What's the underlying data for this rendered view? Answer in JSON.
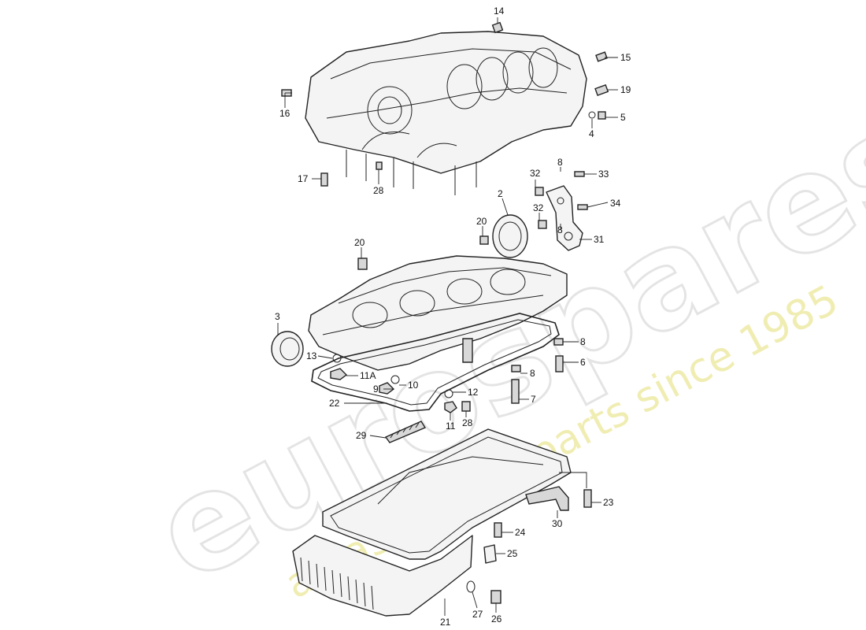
{
  "watermark": {
    "brand": "eurospares",
    "tagline": "a passion for parts since 1985",
    "brand_color": "#cfcfcf",
    "tagline_color": "#ece79a"
  },
  "callouts": {
    "c14": "14",
    "c15": "15",
    "c16": "16",
    "c19": "19",
    "c4": "4",
    "c5": "5",
    "c17": "17",
    "c28a": "28",
    "c8a": "8",
    "c33": "33",
    "c32a": "32",
    "c2": "2",
    "c32b": "32",
    "c34": "34",
    "c8b": "8",
    "c20a": "20",
    "c31": "31",
    "c20b": "20",
    "c3": "3",
    "c8c": "8",
    "c6": "6",
    "c13": "13",
    "c11A": "11A",
    "c8d": "8",
    "c10": "10",
    "c9": "9",
    "c12": "12",
    "c7": "7",
    "c22": "22",
    "c11": "11",
    "c28b": "28",
    "c29": "29",
    "c23": "23",
    "c30": "30",
    "c24": "24",
    "c25": "25",
    "c21": "21",
    "c27": "27",
    "c26": "26"
  }
}
